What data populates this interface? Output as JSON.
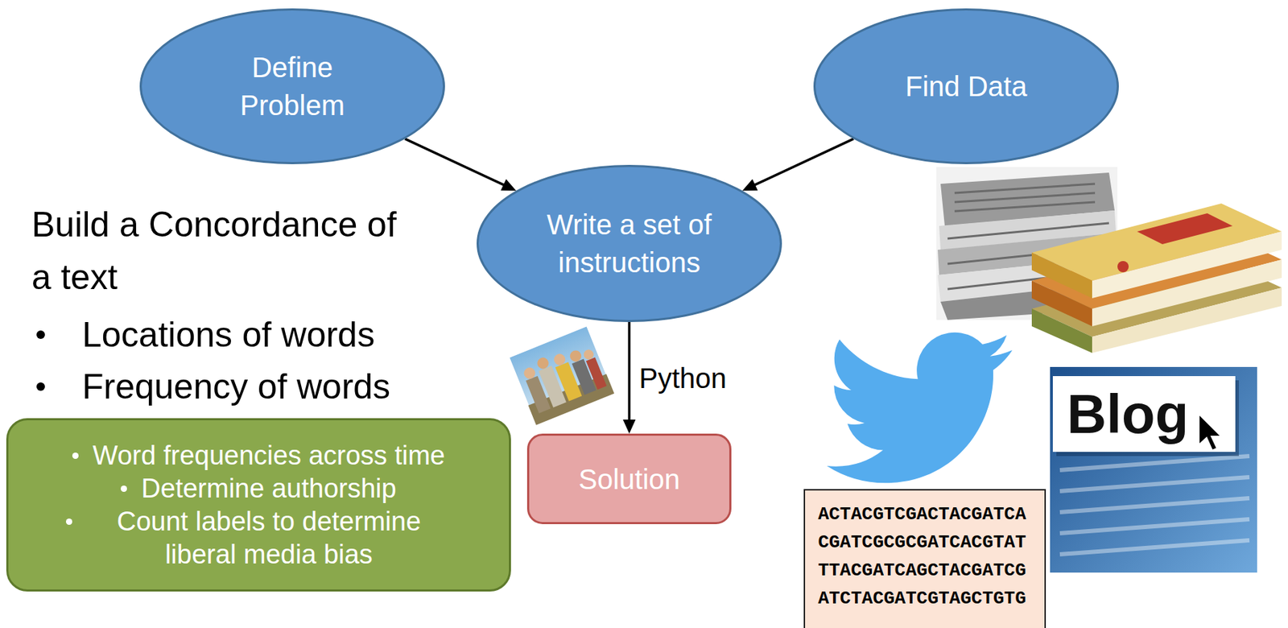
{
  "diagram": {
    "nodes": [
      {
        "text": [
          "Define Problem"
        ]
      },
      {
        "text": [
          "Find Data"
        ]
      },
      {
        "text": [
          "Write a set of instructions"
        ]
      },
      {
        "text": [
          "Word frequencies across time",
          "Determine authorship",
          "Count labels to determine liberal media bias"
        ]
      },
      {
        "text": [
          "Solution"
        ]
      },
      {
        "text": [
          "ACTACGTCGACTACGATCA CGATCGCGCGATCACGTAT TTACGATCAGCTACGATCG ATCTACGATCGTAGCTGTG"
        ]
      }
    ],
    "edges": [
      {
        "from": 0,
        "to": 2,
        "arrow": "to"
      },
      {
        "from": 1,
        "to": 2,
        "arrow": "to"
      },
      {
        "from": 2,
        "to": 4,
        "label": "Python",
        "arrow": "to"
      }
    ],
    "labels": [
      "Build a Concordance of a text",
      "Locations of words",
      "Frequency of words",
      "Blog"
    ]
  }
}
